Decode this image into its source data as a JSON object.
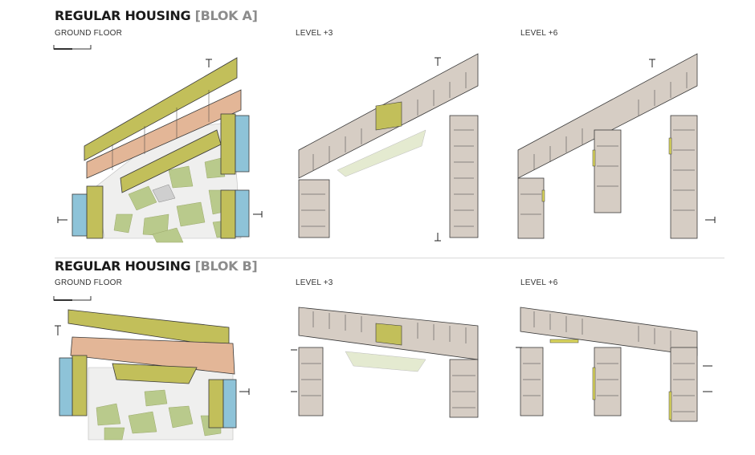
{
  "blocks": [
    {
      "title_main": "REGULAR HOUSING",
      "title_tag": "[BLOK A]",
      "plans": [
        {
          "label": "GROUND FLOOR"
        },
        {
          "label": "LEVEL +3"
        },
        {
          "label": "LEVEL +6"
        }
      ]
    },
    {
      "title_main": "REGULAR HOUSING",
      "title_tag": "[BLOK B]",
      "plans": [
        {
          "label": "GROUND FLOOR"
        },
        {
          "label": "LEVEL +3"
        },
        {
          "label": "LEVEL +6"
        }
      ]
    }
  ],
  "colors": {
    "housing_slab": "#c2bf5a",
    "corridor": "#e3b697",
    "unit_floor": "#d6cdc4",
    "water_panel": "#8ec3d8",
    "greenery": "#b8c98a",
    "paving": "#f0f0ef",
    "balcony": "#d9d45c",
    "outline": "#3a3a3a"
  },
  "icons": [
    "scale-bar-icon",
    "section-marker-icon"
  ]
}
